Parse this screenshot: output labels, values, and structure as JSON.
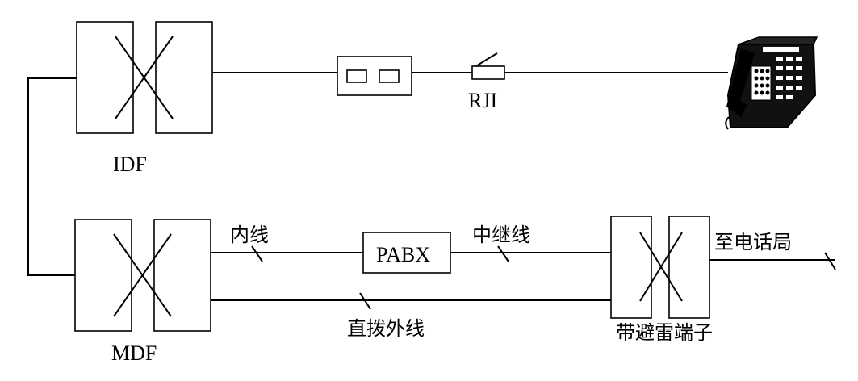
{
  "labels": {
    "idf": "IDF",
    "mdf": "MDF",
    "rj": "RJI",
    "pabx": "PABX",
    "inner_line": "内线",
    "trunk_line": "中继线",
    "direct_line": "直拨外线",
    "surge_terminal": "带避雷端子",
    "to_exchange": "至电话局"
  },
  "colors": {
    "stroke": "#000000",
    "background": "#ffffff"
  },
  "icons": {
    "telephone": "telephone-icon"
  }
}
